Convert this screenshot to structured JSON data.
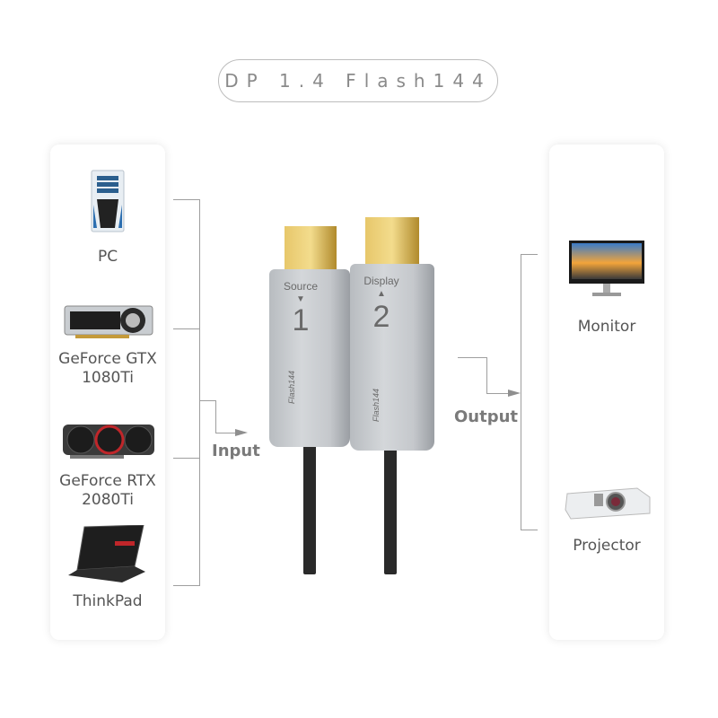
{
  "title": "DP 1.4 Flash144",
  "input_devices": [
    {
      "label": "PC",
      "icon": "pc-tower-icon"
    },
    {
      "label_line1": "GeForce GTX",
      "label_line2": "1080Ti",
      "icon": "graphics-card-icon"
    },
    {
      "label_line1": "GeForce RTX",
      "label_line2": "2080Ti",
      "icon": "graphics-card-icon"
    },
    {
      "label": "ThinkPad",
      "icon": "laptop-icon"
    }
  ],
  "output_devices": [
    {
      "label": "Monitor",
      "icon": "monitor-icon"
    },
    {
      "label": "Projector",
      "icon": "projector-icon"
    }
  ],
  "flow": {
    "input_label": "Input",
    "output_label": "Output"
  },
  "connectors": [
    {
      "label": "Source",
      "arrow": "▼",
      "number": "1",
      "brand": "Flash144"
    },
    {
      "label": "Display",
      "arrow": "▲",
      "number": "2",
      "brand": "Flash144"
    }
  ],
  "colors": {
    "line": "#9e9e9e",
    "text": "#555555",
    "gold": "#e7c76a",
    "plug": "#c5c8cc"
  }
}
